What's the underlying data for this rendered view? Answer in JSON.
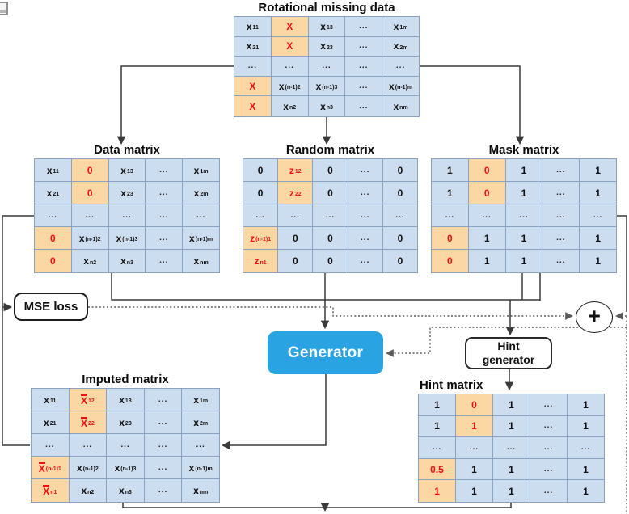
{
  "colors": {
    "cell_blue": "#cdddf0",
    "cell_orange": "#fbd7a4",
    "cell_border": "#8aa2c0",
    "highlight_red": "#ee1111",
    "generator_blue": "#29a3e2",
    "line": "#3a3a3a",
    "dotted_line": "#5a5a5a"
  },
  "icons": {
    "corner": "image-placeholder-icon",
    "sum_symbol": "plus-icon"
  },
  "boxes": {
    "mse": {
      "label": "MSE loss"
    },
    "generator": {
      "label": "Generator"
    },
    "hint_generator": {
      "label": "Hint generator"
    },
    "sum": {
      "label": "+"
    }
  },
  "matrices": {
    "rotational": {
      "title": "Rotational missing data",
      "rows": [
        [
          {
            "v": "x",
            "s": "11"
          },
          {
            "v": "X",
            "red": true,
            "hl": true
          },
          {
            "v": "x",
            "s": "13"
          },
          {
            "v": "..."
          },
          {
            "v": "x",
            "s": "1m"
          }
        ],
        [
          {
            "v": "x",
            "s": "21"
          },
          {
            "v": "X",
            "red": true,
            "hl": true
          },
          {
            "v": "x",
            "s": "23"
          },
          {
            "v": "..."
          },
          {
            "v": "x",
            "s": "2m"
          }
        ],
        [
          {
            "v": "..."
          },
          {
            "v": "..."
          },
          {
            "v": "..."
          },
          {
            "v": "..."
          },
          {
            "v": "..."
          }
        ],
        [
          {
            "v": "X",
            "red": true,
            "hl": true
          },
          {
            "v": "x",
            "s": "(n-1)2"
          },
          {
            "v": "x",
            "s": "(n-1)3"
          },
          {
            "v": "..."
          },
          {
            "v": "x",
            "s": "(n-1)m"
          }
        ],
        [
          {
            "v": "X",
            "red": true,
            "hl": true
          },
          {
            "v": "x",
            "s": "n2"
          },
          {
            "v": "x",
            "s": "n3"
          },
          {
            "v": "..."
          },
          {
            "v": "x",
            "s": "nm"
          }
        ]
      ]
    },
    "data": {
      "title": "Data matrix",
      "rows": [
        [
          {
            "v": "x",
            "s": "11"
          },
          {
            "v": "0",
            "red": true,
            "hl": true
          },
          {
            "v": "x",
            "s": "13"
          },
          {
            "v": "..."
          },
          {
            "v": "x",
            "s": "1m"
          }
        ],
        [
          {
            "v": "x",
            "s": "21"
          },
          {
            "v": "0",
            "red": true,
            "hl": true
          },
          {
            "v": "x",
            "s": "23"
          },
          {
            "v": "..."
          },
          {
            "v": "x",
            "s": "2m"
          }
        ],
        [
          {
            "v": "..."
          },
          {
            "v": "..."
          },
          {
            "v": "..."
          },
          {
            "v": "..."
          },
          {
            "v": "..."
          }
        ],
        [
          {
            "v": "0",
            "red": true,
            "hl": true
          },
          {
            "v": "x",
            "s": "(n-1)2"
          },
          {
            "v": "x",
            "s": "(n-1)3"
          },
          {
            "v": "..."
          },
          {
            "v": "x",
            "s": "(n-1)m"
          }
        ],
        [
          {
            "v": "0",
            "red": true,
            "hl": true
          },
          {
            "v": "x",
            "s": "n2"
          },
          {
            "v": "x",
            "s": "n3"
          },
          {
            "v": "..."
          },
          {
            "v": "x",
            "s": "nm"
          }
        ]
      ]
    },
    "random": {
      "title": "Random matrix",
      "rows": [
        [
          {
            "v": "0"
          },
          {
            "v": "z",
            "s": "12",
            "red": true,
            "hl": true
          },
          {
            "v": "0"
          },
          {
            "v": "..."
          },
          {
            "v": "0"
          }
        ],
        [
          {
            "v": "0"
          },
          {
            "v": "z",
            "s": "22",
            "red": true,
            "hl": true
          },
          {
            "v": "0"
          },
          {
            "v": "..."
          },
          {
            "v": "0"
          }
        ],
        [
          {
            "v": "..."
          },
          {
            "v": "..."
          },
          {
            "v": "..."
          },
          {
            "v": "..."
          },
          {
            "v": "..."
          }
        ],
        [
          {
            "v": "z",
            "s": "(n-1)1",
            "red": true,
            "hl": true
          },
          {
            "v": "0"
          },
          {
            "v": "0"
          },
          {
            "v": "..."
          },
          {
            "v": "0"
          }
        ],
        [
          {
            "v": "z",
            "s": "n1",
            "red": true,
            "hl": true
          },
          {
            "v": "0"
          },
          {
            "v": "0"
          },
          {
            "v": "..."
          },
          {
            "v": "0"
          }
        ]
      ]
    },
    "mask": {
      "title": "Mask matrix",
      "rows": [
        [
          {
            "v": "1"
          },
          {
            "v": "0",
            "red": true,
            "hl": true
          },
          {
            "v": "1"
          },
          {
            "v": "..."
          },
          {
            "v": "1"
          }
        ],
        [
          {
            "v": "1"
          },
          {
            "v": "0",
            "red": true,
            "hl": true
          },
          {
            "v": "1"
          },
          {
            "v": "..."
          },
          {
            "v": "1"
          }
        ],
        [
          {
            "v": "..."
          },
          {
            "v": "..."
          },
          {
            "v": "..."
          },
          {
            "v": "..."
          },
          {
            "v": "..."
          }
        ],
        [
          {
            "v": "0",
            "red": true,
            "hl": true
          },
          {
            "v": "1"
          },
          {
            "v": "1"
          },
          {
            "v": "..."
          },
          {
            "v": "1"
          }
        ],
        [
          {
            "v": "0",
            "red": true,
            "hl": true
          },
          {
            "v": "1"
          },
          {
            "v": "1"
          },
          {
            "v": "..."
          },
          {
            "v": "1"
          }
        ]
      ]
    },
    "imputed": {
      "title": "Imputed matrix",
      "rows": [
        [
          {
            "v": "x",
            "s": "11"
          },
          {
            "v": "X",
            "s": "12",
            "red": true,
            "hl": true,
            "bar": true
          },
          {
            "v": "x",
            "s": "13"
          },
          {
            "v": "..."
          },
          {
            "v": "x",
            "s": "1m"
          }
        ],
        [
          {
            "v": "x",
            "s": "21"
          },
          {
            "v": "X",
            "s": "22",
            "red": true,
            "hl": true,
            "bar": true
          },
          {
            "v": "x",
            "s": "23"
          },
          {
            "v": "..."
          },
          {
            "v": "x",
            "s": "2m"
          }
        ],
        [
          {
            "v": "..."
          },
          {
            "v": "..."
          },
          {
            "v": "..."
          },
          {
            "v": "..."
          },
          {
            "v": "..."
          }
        ],
        [
          {
            "v": "X",
            "s": "(n-1)1",
            "red": true,
            "hl": true,
            "bar": true
          },
          {
            "v": "x",
            "s": "(n-1)2"
          },
          {
            "v": "x",
            "s": "(n-1)3"
          },
          {
            "v": "..."
          },
          {
            "v": "x",
            "s": "(n-1)m"
          }
        ],
        [
          {
            "v": "X",
            "s": "n1",
            "red": true,
            "hl": true,
            "bar": true
          },
          {
            "v": "x",
            "s": "n2"
          },
          {
            "v": "x",
            "s": "n3"
          },
          {
            "v": "..."
          },
          {
            "v": "x",
            "s": "nm"
          }
        ]
      ]
    },
    "hint": {
      "title": "Hint matrix",
      "rows": [
        [
          {
            "v": "1"
          },
          {
            "v": "0",
            "red": true,
            "hl": true
          },
          {
            "v": "1"
          },
          {
            "v": "..."
          },
          {
            "v": "1"
          }
        ],
        [
          {
            "v": "1"
          },
          {
            "v": "1",
            "red": true,
            "hl": true
          },
          {
            "v": "1"
          },
          {
            "v": "..."
          },
          {
            "v": "1"
          }
        ],
        [
          {
            "v": "..."
          },
          {
            "v": "..."
          },
          {
            "v": "..."
          },
          {
            "v": "..."
          },
          {
            "v": "..."
          }
        ],
        [
          {
            "v": "0.5",
            "red": true,
            "hl": true
          },
          {
            "v": "1"
          },
          {
            "v": "1"
          },
          {
            "v": "..."
          },
          {
            "v": "1"
          }
        ],
        [
          {
            "v": "1",
            "red": true,
            "hl": true
          },
          {
            "v": "1"
          },
          {
            "v": "1"
          },
          {
            "v": "..."
          },
          {
            "v": "1"
          }
        ]
      ]
    }
  }
}
